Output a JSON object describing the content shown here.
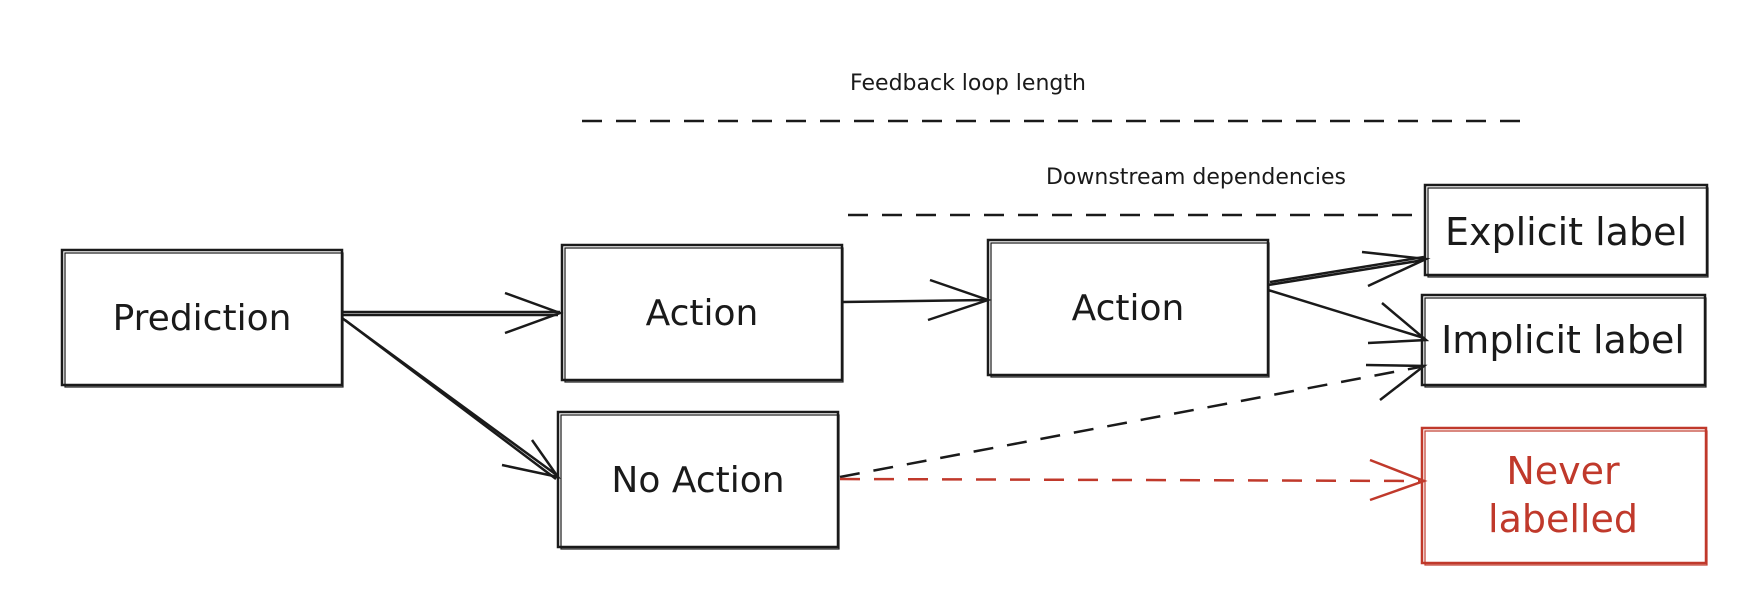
{
  "annotations": {
    "feedback_loop": "Feedback loop length",
    "downstream": "Downstream dependencies"
  },
  "nodes": {
    "prediction": "Prediction",
    "action_1": "Action",
    "no_action": "No Action",
    "action_2": "Action",
    "explicit": "Explicit label",
    "implicit": "Implicit label",
    "never_line1": "Never",
    "never_line2": "labelled"
  },
  "colors": {
    "ink": "#1a1a1a",
    "accent_red": "#c0392b"
  }
}
